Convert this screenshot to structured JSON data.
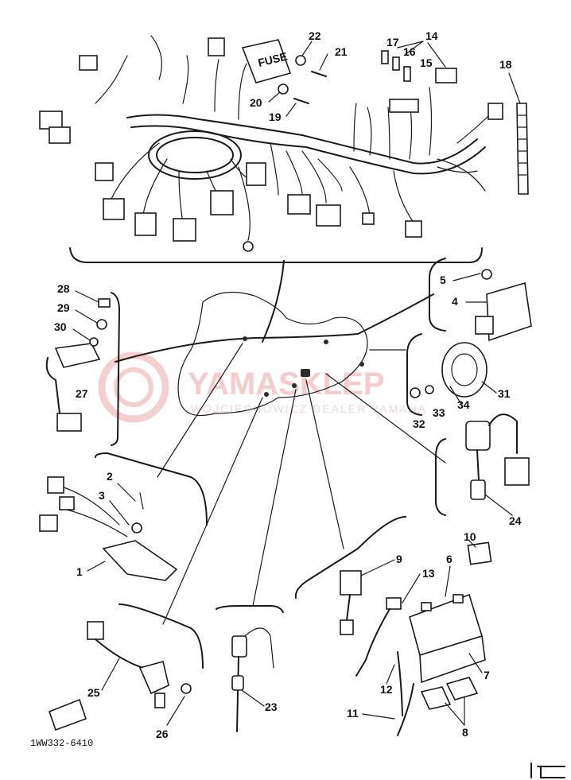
{
  "diagram": {
    "parts": [
      {
        "id": "1",
        "label": "1"
      },
      {
        "id": "2",
        "label": "2"
      },
      {
        "id": "3",
        "label": "3"
      },
      {
        "id": "4",
        "label": "4"
      },
      {
        "id": "5",
        "label": "5"
      },
      {
        "id": "6",
        "label": "6"
      },
      {
        "id": "7",
        "label": "7"
      },
      {
        "id": "8",
        "label": "8"
      },
      {
        "id": "9",
        "label": "9"
      },
      {
        "id": "10",
        "label": "10"
      },
      {
        "id": "11",
        "label": "11"
      },
      {
        "id": "12",
        "label": "12"
      },
      {
        "id": "13",
        "label": "13"
      },
      {
        "id": "14",
        "label": "14"
      },
      {
        "id": "15",
        "label": "15"
      },
      {
        "id": "16",
        "label": "16"
      },
      {
        "id": "17",
        "label": "17"
      },
      {
        "id": "18",
        "label": "18"
      },
      {
        "id": "19",
        "label": "19"
      },
      {
        "id": "20",
        "label": "20"
      },
      {
        "id": "21",
        "label": "21"
      },
      {
        "id": "22",
        "label": "22"
      },
      {
        "id": "23",
        "label": "23"
      },
      {
        "id": "24",
        "label": "24"
      },
      {
        "id": "25",
        "label": "25"
      },
      {
        "id": "26",
        "label": "26"
      },
      {
        "id": "27",
        "label": "27"
      },
      {
        "id": "28",
        "label": "28"
      },
      {
        "id": "29",
        "label": "29"
      },
      {
        "id": "30",
        "label": "30"
      },
      {
        "id": "31",
        "label": "31"
      },
      {
        "id": "32",
        "label": "32"
      },
      {
        "id": "33",
        "label": "33"
      },
      {
        "id": "34",
        "label": "34"
      }
    ],
    "fuse_label": "FUSE",
    "drawing_code": "1WW332-6410"
  },
  "watermark": {
    "brand": "YAMASKLEP",
    "subtitle": "WOJCIECHOWICZ DEALER YAMAHA"
  }
}
